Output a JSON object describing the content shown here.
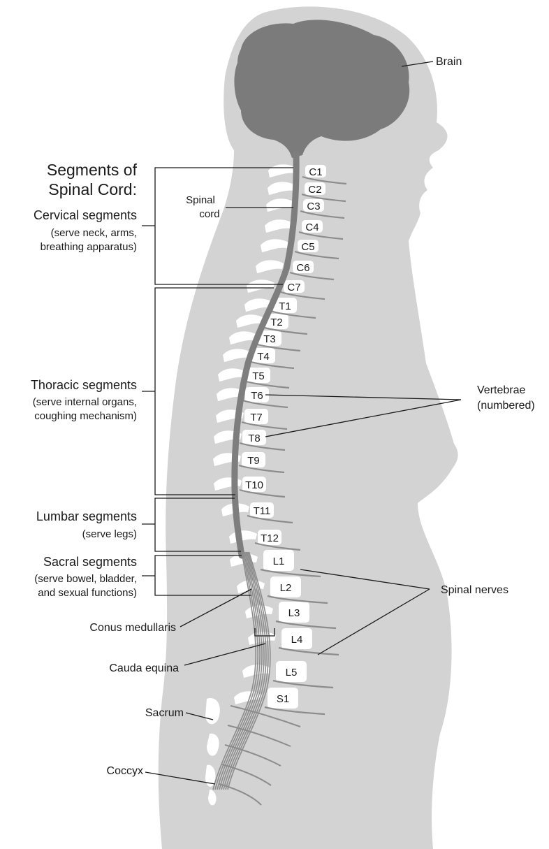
{
  "colors": {
    "body": "#d3d3d3",
    "brain": "#7b7b7b",
    "cord": "#7e7e7e",
    "nerve": "#8c8c8c",
    "bone": "#ffffff",
    "line": "#1a1a1a",
    "text": "#1a1a1a"
  },
  "labels": {
    "brain": "Brain",
    "heading_line1": "Segments of",
    "heading_line2": "Spinal Cord:",
    "spinal_cord_line1": "Spinal",
    "spinal_cord_line2": "cord",
    "cervical_title": "Cervical segments",
    "cervical_desc_line1": "(serve neck, arms,",
    "cervical_desc_line2": "breathing apparatus)",
    "thoracic_title": "Thoracic segments",
    "thoracic_desc_line1": "(serve internal organs,",
    "thoracic_desc_line2": "coughing mechanism)",
    "lumbar_title": "Lumbar segments",
    "lumbar_desc": "(serve legs)",
    "sacral_title": "Sacral segments",
    "sacral_desc_line1": "(serve bowel, bladder,",
    "sacral_desc_line2": "and sexual functions)",
    "conus": "Conus medullaris",
    "cauda": "Cauda equina",
    "sacrum": "Sacrum",
    "coccyx": "Coccyx",
    "vertebrae_line1": "Vertebrae",
    "vertebrae_line2": "(numbered)",
    "spinal_nerves": "Spinal nerves"
  },
  "vertebrae": [
    "C1",
    "C2",
    "C3",
    "C4",
    "C5",
    "C6",
    "C7",
    "T1",
    "T2",
    "T3",
    "T4",
    "T5",
    "T6",
    "T7",
    "T8",
    "T9",
    "T10",
    "T11",
    "T12",
    "L1",
    "L2",
    "L3",
    "L4",
    "L5",
    "S1"
  ]
}
